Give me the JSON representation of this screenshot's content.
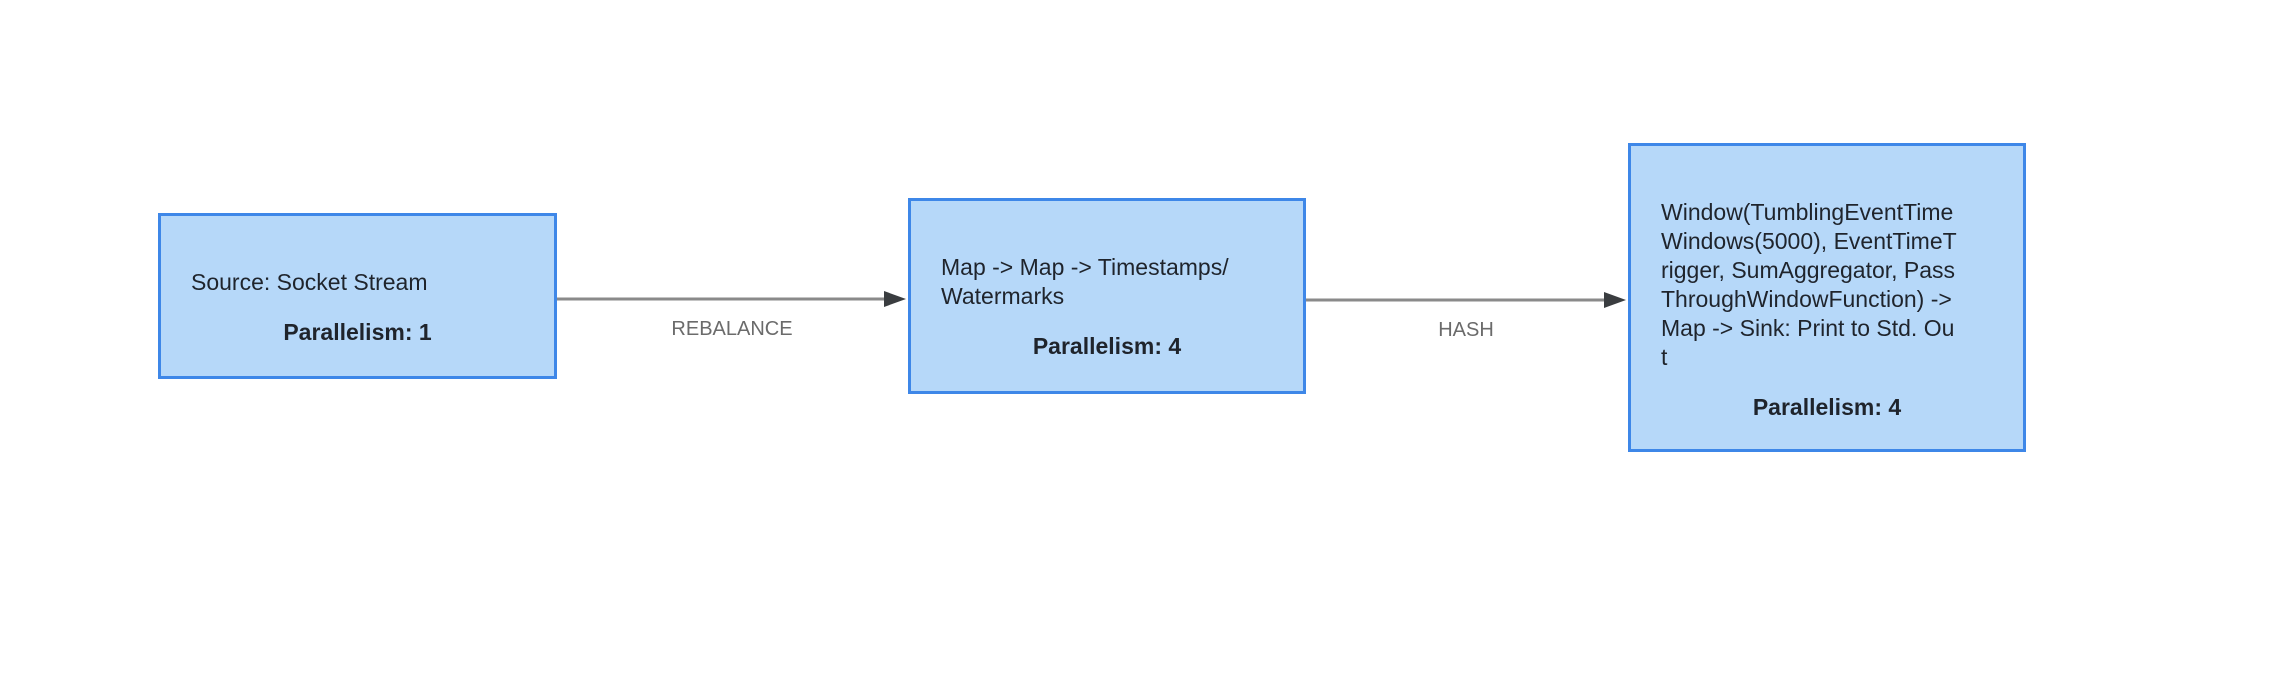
{
  "diagram": {
    "type": "flink-job-graph",
    "colors": {
      "background": "#ffffff",
      "node_fill": "#b6d8f9",
      "node_border": "#3e87e8",
      "node_text": "#1f242c",
      "edge_line": "#8a8a8a",
      "arrowhead": "#3a3d40",
      "edge_label": "#6b6b6b"
    },
    "nodes": [
      {
        "name": "Source: Socket Stream",
        "parallelism": "Parallelism: 1"
      },
      {
        "name": "Map -> Map -> Timestamps/\nWatermarks",
        "parallelism": "Parallelism: 4"
      },
      {
        "name": "Window(TumblingEventTime\nWindows(5000), EventTimeT\nrigger, SumAggregator, Pass\nThroughWindowFunction) ->\nMap -> Sink: Print to Std. Ou\nt",
        "parallelism": "Parallelism: 4"
      }
    ],
    "edges": [
      {
        "label": "REBALANCE"
      },
      {
        "label": "HASH"
      }
    ]
  }
}
